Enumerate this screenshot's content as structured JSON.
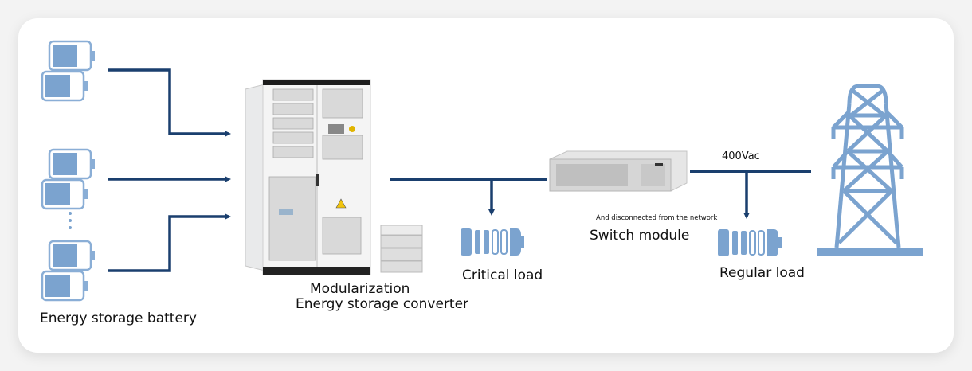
{
  "colors": {
    "line": "#1a3f6e",
    "icon": "#7ba3cf",
    "icon_outline": "#8aaed6",
    "background": "#f3f3f3",
    "card": "#ffffff"
  },
  "battery_group": {
    "label": "Energy storage battery",
    "stacks": 3,
    "ellipsis": "⋮"
  },
  "converter": {
    "line1": "Modularization",
    "line2": "Energy storage converter"
  },
  "critical_load": {
    "label": "Critical load"
  },
  "switch_module": {
    "caption": "And disconnected from the network",
    "label": "Switch module"
  },
  "regular_load": {
    "label": "Regular load"
  },
  "grid": {
    "voltage_label": "400Vac"
  }
}
